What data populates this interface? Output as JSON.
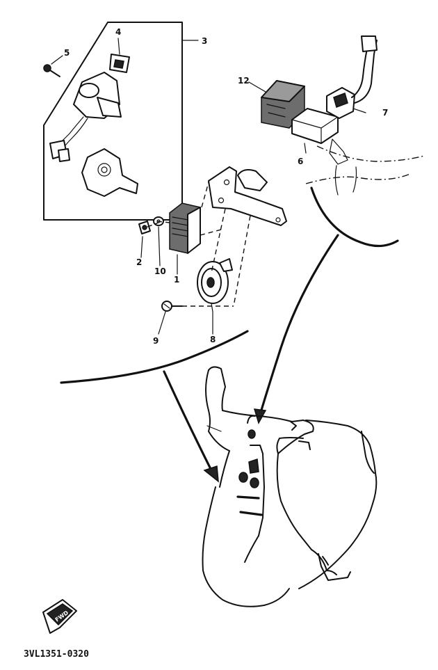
{
  "diagram": {
    "document_code": "3VL1351-0320",
    "fwd_badge": "FWD",
    "callouts": [
      {
        "id": "1",
        "text": "1"
      },
      {
        "id": "2",
        "text": "2"
      },
      {
        "id": "3",
        "text": "3"
      },
      {
        "id": "4",
        "text": "4"
      },
      {
        "id": "5",
        "text": "5"
      },
      {
        "id": "6",
        "text": "6"
      },
      {
        "id": "7",
        "text": "7"
      },
      {
        "id": "8",
        "text": "8"
      },
      {
        "id": "9",
        "text": "9"
      },
      {
        "id": "10",
        "text": "10"
      },
      {
        "id": "12",
        "text": "12"
      }
    ]
  }
}
